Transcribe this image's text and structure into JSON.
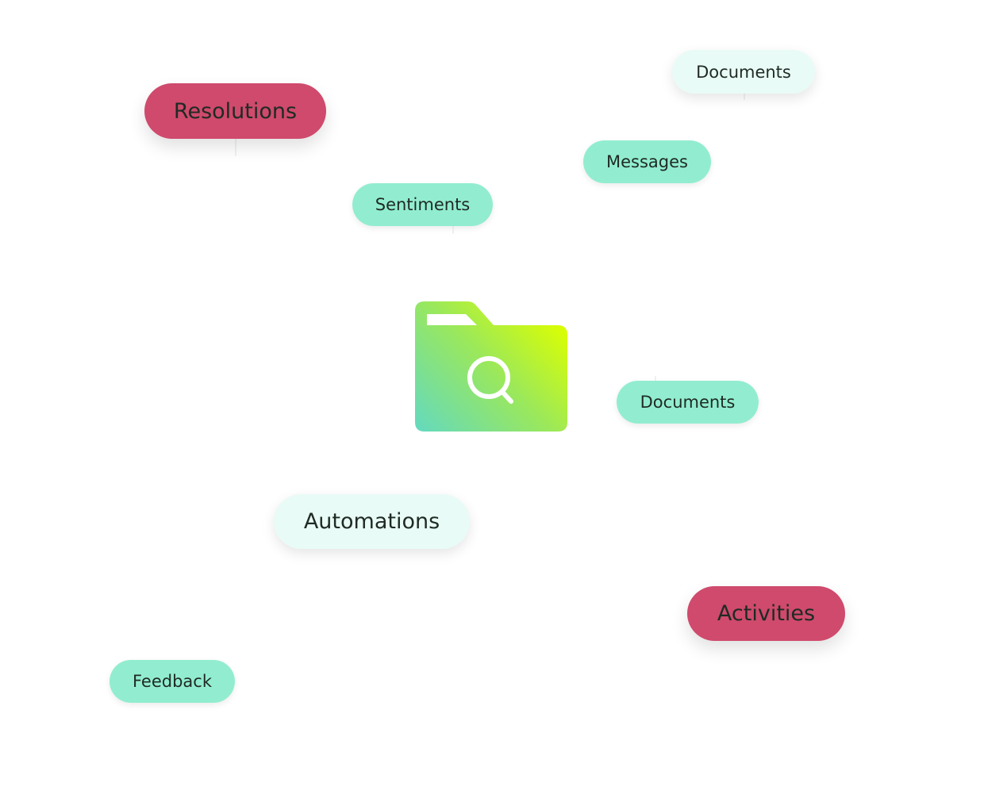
{
  "center": {
    "icon": "folder-search-icon",
    "gradient": [
      "#63d9c0",
      "#dcff00"
    ]
  },
  "colors": {
    "pink": "#cf4a6c",
    "green": "#92edd0",
    "mint": "#e9fbf6",
    "text": "#1f2a24"
  },
  "labels": {
    "resolutions": "Resolutions",
    "documents_top": "Documents",
    "messages": "Messages",
    "sentiments": "Sentiments",
    "documents_mid": "Documents",
    "automations": "Automations",
    "activities": "Activities",
    "feedback": "Feedback"
  }
}
